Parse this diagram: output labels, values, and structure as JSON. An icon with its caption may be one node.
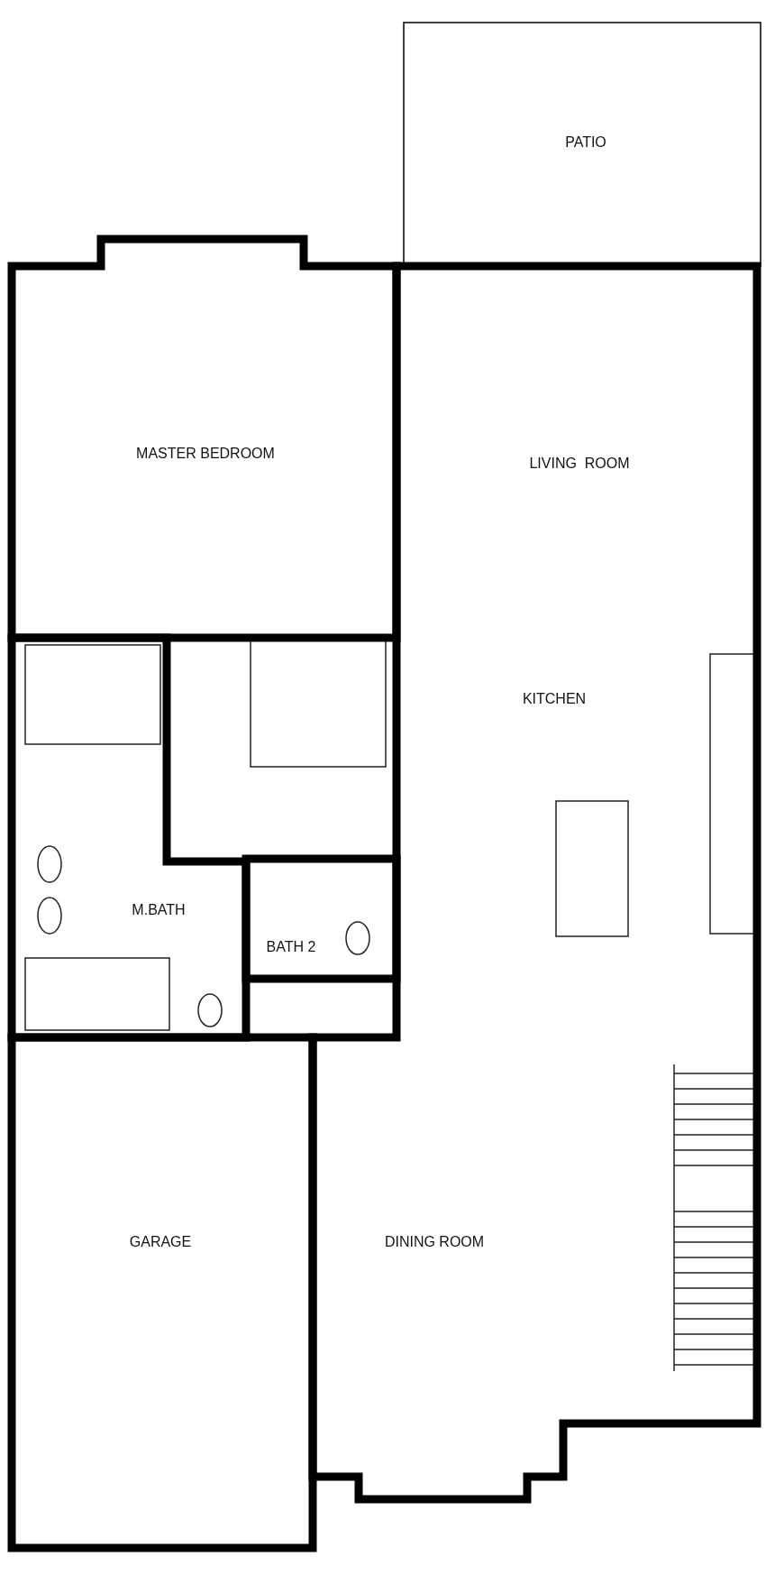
{
  "diagram": {
    "nodes": [
      {
        "text": [
          "PATIO"
        ]
      },
      {
        "text": [
          "MASTER BEDROOM"
        ]
      },
      {
        "text": [
          "LIVING  ROOM",
          "KITCHEN",
          "DINING ROOM"
        ]
      },
      {
        "text": [
          "M.BATH"
        ]
      },
      {
        "text": [
          "BATH 2"
        ]
      },
      {
        "text": [
          "GARAGE"
        ]
      }
    ]
  }
}
